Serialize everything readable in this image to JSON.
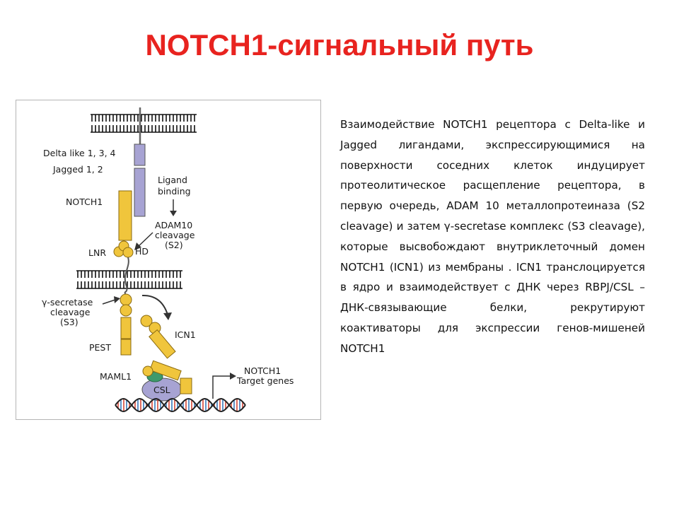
{
  "slide": {
    "title": "NOTCH1-сигнальный путь",
    "description": "Взаимодействие NOTCH1 рецептора с Delta-like и Jagged лигандами, экспрессирующимися на поверхности соседних клеток индуцирует протеолитическое расщепление рецептора, в первую очередь, ADAM 10 металлопротеиназа (S2 cleavage) и затем γ-secretase комплекс (S3 cleavage), которые высвобождают внутриклеточный домен NOTCH1 (ICN1) из мембраны . ICN1 транслоцируется в ядро и взаимодействует с ДНК через RBPJ/CSL – ДНК-связывающие белки, рекрутируют коактиваторы для экспрессии генов-мишеней NOTCH1"
  },
  "diagram": {
    "labels": {
      "ligands_line1": "Delta like 1, 3, 4",
      "ligands_line2": "Jagged 1, 2",
      "notch1": "NOTCH1",
      "ligand_binding_line1": "Ligand",
      "ligand_binding_line2": "binding",
      "adam10_line1": "ADAM10",
      "adam10_line2": "cleavage",
      "adam10_line3": "(S2)",
      "lnr": "LNR",
      "hd": "HD",
      "gamma_line1": "γ-secretase",
      "gamma_line2": "cleavage",
      "gamma_line3": "(S3)",
      "icn1": "ICN1",
      "pest": "PEST",
      "maml1": "MAML1",
      "csl": "CSL",
      "target_line1": "NOTCH1",
      "target_line2": "Target genes"
    },
    "colors": {
      "ligand_purple": "#a7a3d3",
      "notch_yellow": "#f0c53c",
      "maml_green": "#3e9a6c",
      "csl_purple": "#a7a3d3",
      "dna_blue": "#2a6fb5",
      "dna_red": "#d23a2a"
    }
  }
}
